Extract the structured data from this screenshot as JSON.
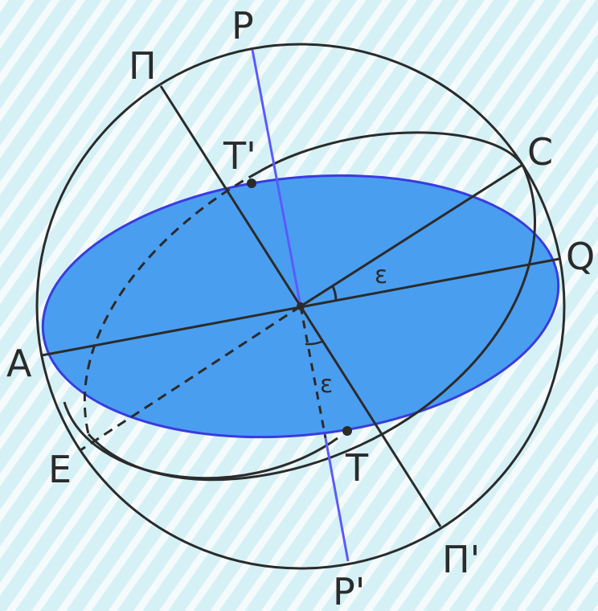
{
  "colors": {
    "background": "#d6f1f6",
    "stripe": "#ffffff",
    "ecliptic_fill": "#4a9ef0",
    "ecliptic_stroke": "#3b3be0",
    "axis_line": "#5a5aff",
    "ink": "#2b2b2b"
  },
  "labels": {
    "P": "P",
    "P_prime": "P'",
    "Pi": "Π",
    "Pi_prime": "Π'",
    "T": "T",
    "T_prime": "T'",
    "C": "C",
    "Q": "Q",
    "A": "A",
    "E": "E",
    "epsilon_upper": "ε",
    "epsilon_lower": "ε"
  }
}
